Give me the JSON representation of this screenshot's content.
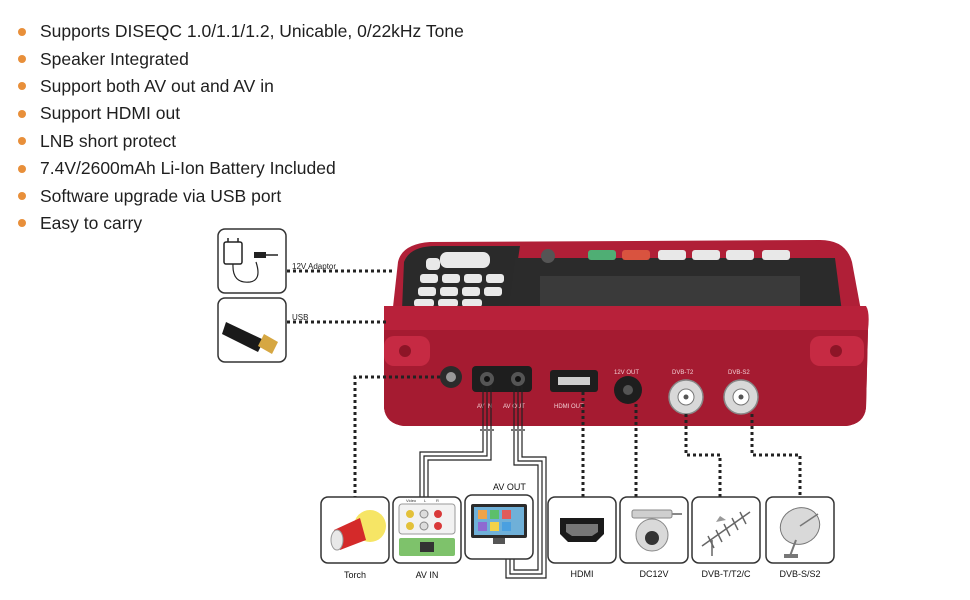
{
  "features": [
    "Supports DISEQC 1.0/1.1/1.2, Unicable, 0/22kHz Tone",
    "Speaker Integrated",
    "Support both AV out and AV in",
    "Support HDMI out",
    "LNB short protect",
    "7.4V/2600mAh Li-Ion Battery Included",
    "Software upgrade via USB port",
    "Easy to carry"
  ],
  "inputs": {
    "adaptor_label": "12V Adaptor",
    "usb_label": "USB"
  },
  "device_ports": {
    "av_in": "AV IN",
    "av_out": "AV OUT",
    "hdmi_out": "HDMI OUT",
    "dc12v_out": "12V OUT",
    "dvb_t": "DVB-T2",
    "dvb_s": "DVB-S2"
  },
  "av_out_title": "AV  OUT",
  "av_in_jacks": [
    "Video",
    "L",
    "R"
  ],
  "outputs": [
    {
      "label": "Torch"
    },
    {
      "label": "AV  IN"
    },
    {
      "label": "HDMI"
    },
    {
      "label": "DC12V"
    },
    {
      "label": "DVB-T/T2/C"
    },
    {
      "label": "DVB-S/S2"
    }
  ],
  "colors": {
    "bullet": "#e88f3a",
    "device_red": "#b8213a",
    "device_dark": "#8d1527",
    "screen": "#2b2b2b",
    "line": "#222222"
  }
}
